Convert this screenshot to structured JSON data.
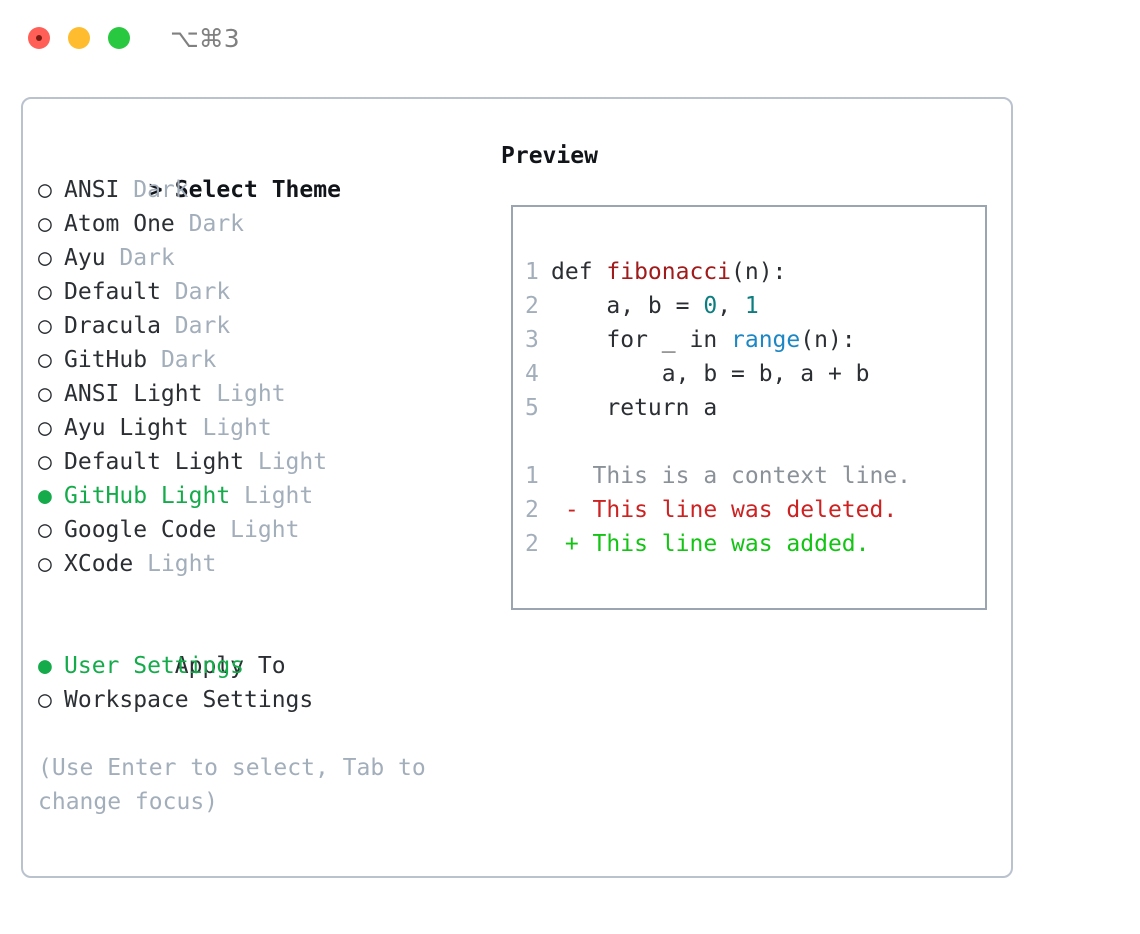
{
  "window": {
    "shortcut": "⌥⌘3",
    "traffic_lights": [
      "close-red",
      "minimize-yellow",
      "maximize-green"
    ]
  },
  "theme_section": {
    "heading": "Select Theme",
    "heading_marker": "> ",
    "items": [
      {
        "marker": "○ ",
        "name": "ANSI",
        "tag": " Dark",
        "selected": false
      },
      {
        "marker": "○ ",
        "name": "Atom One",
        "tag": " Dark",
        "selected": false
      },
      {
        "marker": "○ ",
        "name": "Ayu",
        "tag": " Dark",
        "selected": false
      },
      {
        "marker": "○ ",
        "name": "Default",
        "tag": " Dark",
        "selected": false
      },
      {
        "marker": "○ ",
        "name": "Dracula",
        "tag": " Dark",
        "selected": false
      },
      {
        "marker": "○ ",
        "name": "GitHub",
        "tag": " Dark",
        "selected": false
      },
      {
        "marker": "○ ",
        "name": "ANSI Light",
        "tag": " Light",
        "selected": false
      },
      {
        "marker": "○ ",
        "name": "Ayu Light",
        "tag": " Light",
        "selected": false
      },
      {
        "marker": "○ ",
        "name": "Default Light",
        "tag": " Light",
        "selected": false
      },
      {
        "marker": "● ",
        "name": "GitHub Light",
        "tag": " Light",
        "selected": true
      },
      {
        "marker": "○ ",
        "name": "Google Code",
        "tag": " Light",
        "selected": false
      },
      {
        "marker": "○ ",
        "name": "XCode",
        "tag": " Light",
        "selected": false
      }
    ]
  },
  "apply_section": {
    "heading": "Apply To",
    "heading_marker": "  ",
    "items": [
      {
        "marker": "● ",
        "name": "User Settings",
        "tag": "",
        "selected": true
      },
      {
        "marker": "○ ",
        "name": "Workspace Settings",
        "tag": "",
        "selected": false
      }
    ]
  },
  "hint": "(Use Enter to select, Tab to change focus)",
  "preview": {
    "title": "Preview",
    "code_lines": [
      {
        "num": "1",
        "segments": [
          {
            "text": "def ",
            "kind": "plain"
          },
          {
            "text": "fibonacci",
            "kind": "fn"
          },
          {
            "text": "(n):",
            "kind": "plain"
          }
        ]
      },
      {
        "num": "2",
        "segments": [
          {
            "text": "    a, b = ",
            "kind": "plain"
          },
          {
            "text": "0",
            "kind": "num"
          },
          {
            "text": ", ",
            "kind": "plain"
          },
          {
            "text": "1",
            "kind": "num"
          }
        ]
      },
      {
        "num": "3",
        "segments": [
          {
            "text": "    for _ in ",
            "kind": "plain"
          },
          {
            "text": "range",
            "kind": "call"
          },
          {
            "text": "(n):",
            "kind": "plain"
          }
        ]
      },
      {
        "num": "4",
        "segments": [
          {
            "text": "        a, b = b, a + b",
            "kind": "plain"
          }
        ]
      },
      {
        "num": "5",
        "segments": [
          {
            "text": "    return a",
            "kind": "plain"
          }
        ]
      }
    ],
    "diff_lines": [
      {
        "num": "1",
        "sign": "  ",
        "text": "This is a context line.",
        "kind": "ctx"
      },
      {
        "num": "2",
        "sign": "- ",
        "text": "This line was deleted.",
        "kind": "del"
      },
      {
        "num": "2",
        "sign": "+ ",
        "text": "This line was added.",
        "kind": "add"
      }
    ]
  },
  "colors": {
    "selected_green": "#15ab4b",
    "tag_gray": "#a3aebb",
    "panel_border": "#b9c2cd",
    "code_border": "#9aa5b1",
    "fn_red": "#a01b1b",
    "num_teal": "#0d7d80",
    "call_blue": "#1c87c4",
    "diff_del_red": "#cc2222",
    "diff_add_green": "#14c414",
    "diff_ctx_gray": "#8a9199"
  }
}
